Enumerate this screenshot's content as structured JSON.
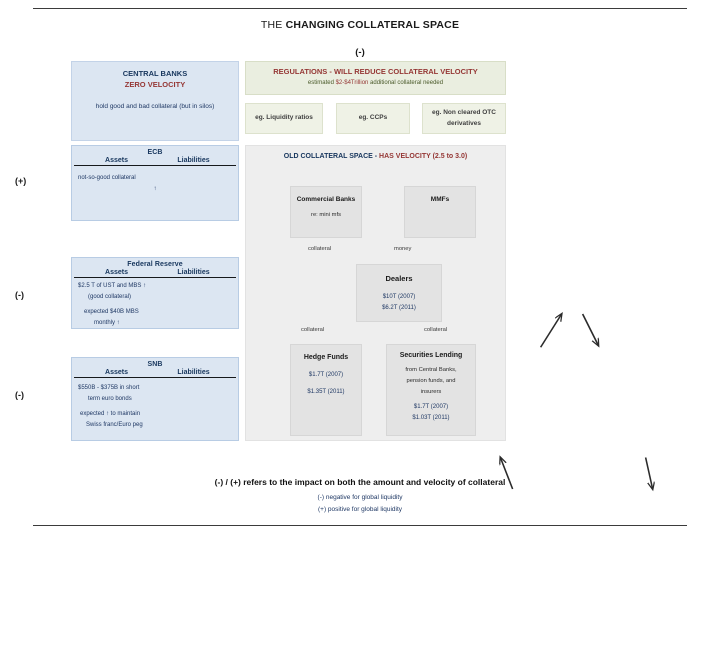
{
  "slide": {
    "title_prefix": "THE ",
    "title": "CHANGING COLLATERAL SPACE",
    "top_minus": "(-)"
  },
  "markers": {
    "ecb": "(+)",
    "fed": "(-)",
    "snb": "(-)"
  },
  "central_banks": {
    "heading": "CENTRAL BANKS",
    "subheading": "ZERO VELOCITY",
    "line1": "hold good and bad collateral",
    "line2": "(but in silos)"
  },
  "regulations": {
    "heading": "REGULATIONS - WILL REDUCE COLLATERAL VELOCITY",
    "sub_a": "estimated ",
    "sub_b": "$2-$4Trillion",
    "sub_c": " additional collateral needed",
    "examples": [
      {
        "label": "eg. Liquidity ratios"
      },
      {
        "label": "eg. CCPs"
      },
      {
        "label": "eg. Non cleared OTC derivatives"
      }
    ]
  },
  "balance_sheets": [
    {
      "name": "ECB",
      "assets_label": "Assets",
      "liabilities_label": "Liabilities",
      "lines": [
        "not-so-good collateral",
        "↑"
      ]
    },
    {
      "name": "Federal Reserve",
      "assets_label": "Assets",
      "liabilities_label": "Liabilities",
      "lines": [
        "$2.5 T of UST and MBS ↑",
        "(good collateral)",
        "",
        "expected $40B MBS",
        "monthly ↑"
      ]
    },
    {
      "name": "SNB",
      "assets_label": "Assets",
      "liabilities_label": "Liabilities",
      "lines": [
        "$550B - $375B in short",
        "term euro bonds",
        "",
        "expected ↑ to maintain",
        "Swiss franc/Euro peg"
      ]
    }
  ],
  "old_collateral_space": {
    "title_a": "OLD COLLATERAL SPACE - ",
    "title_b": "HAS VELOCITY (2.5 to 3.0)",
    "commercial_banks": {
      "heading": "Commercial Banks",
      "note": "re: mini mfs"
    },
    "mmfs": {
      "heading": "MMFs"
    },
    "dealers": {
      "heading": "Dealers",
      "v1": "$10T (2007)",
      "v2": "$6.2T (2011)"
    },
    "hedge_funds": {
      "heading": "Hedge Funds",
      "v1": "$1.7T (2007)",
      "v2": "$1.35T (2011)"
    },
    "securities_lending": {
      "heading": "Securities Lending",
      "note1": "from Central Banks,",
      "note2": "pension funds, and",
      "note3": "insurers",
      "v1": "$1.7T (2007)",
      "v2": "$1.03T (2011)"
    },
    "arrow_labels": {
      "collateral_top": "collateral",
      "money_top": "money",
      "collateral_left": "collateral",
      "collateral_right": "collateral"
    }
  },
  "footer": {
    "main": "(-) / (+) refers to the impact on both the amount and velocity of collateral",
    "note1": "(-) negative for global liquidity",
    "note2": "(+) positive for global liquidity"
  }
}
